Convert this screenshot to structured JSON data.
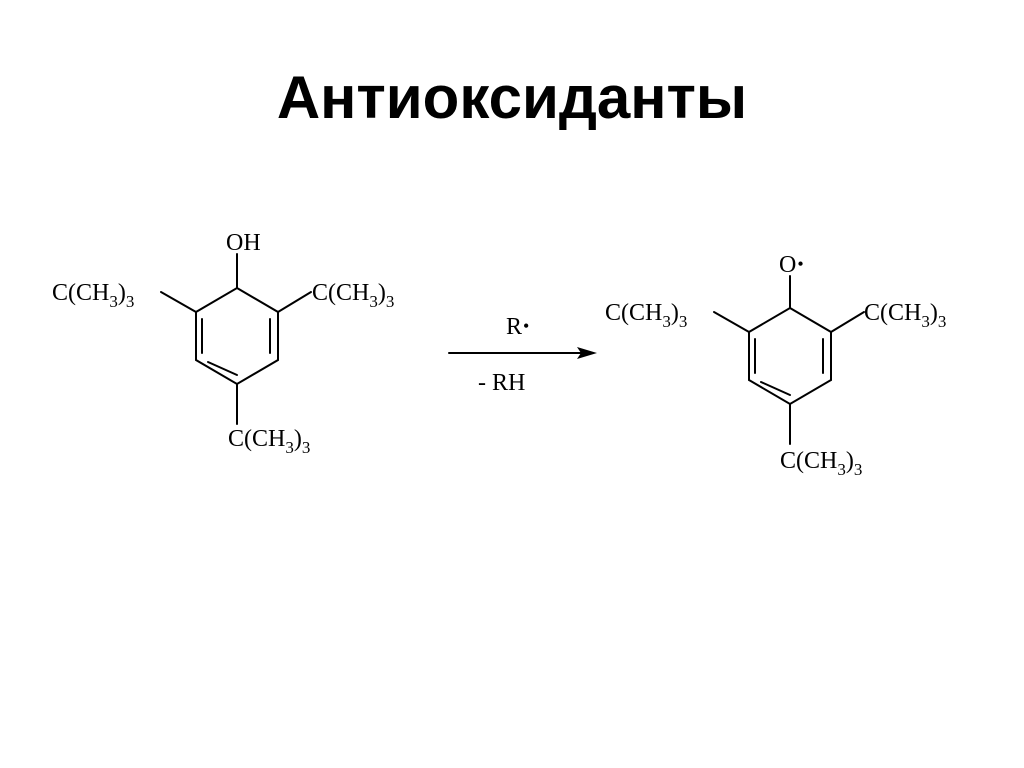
{
  "slide": {
    "title": "Антиоксиданты"
  },
  "reactant": {
    "top_group": "OH",
    "left_group": {
      "main": "C(CH",
      "sub1": "3",
      "close": ")",
      "sub2": "3"
    },
    "right_group": {
      "main": "C(CH",
      "sub1": "3",
      "close": ")",
      "sub2": "3"
    },
    "bottom_group": {
      "main": "C(CH",
      "sub1": "3",
      "close": ")",
      "sub2": "3"
    }
  },
  "reaction": {
    "reagent_above": "R",
    "reagent_below": "- RH",
    "radical_dot": "•"
  },
  "product": {
    "top_group": "O",
    "radical_dot": "•",
    "left_group": {
      "main": "C(CH",
      "sub1": "3",
      "close": ")",
      "sub2": "3"
    },
    "right_group": {
      "main": "C(CH",
      "sub1": "3",
      "close": ")",
      "sub2": "3"
    },
    "bottom_group": {
      "main": "C(CH",
      "sub1": "3",
      "close": ")",
      "sub2": "3"
    }
  }
}
